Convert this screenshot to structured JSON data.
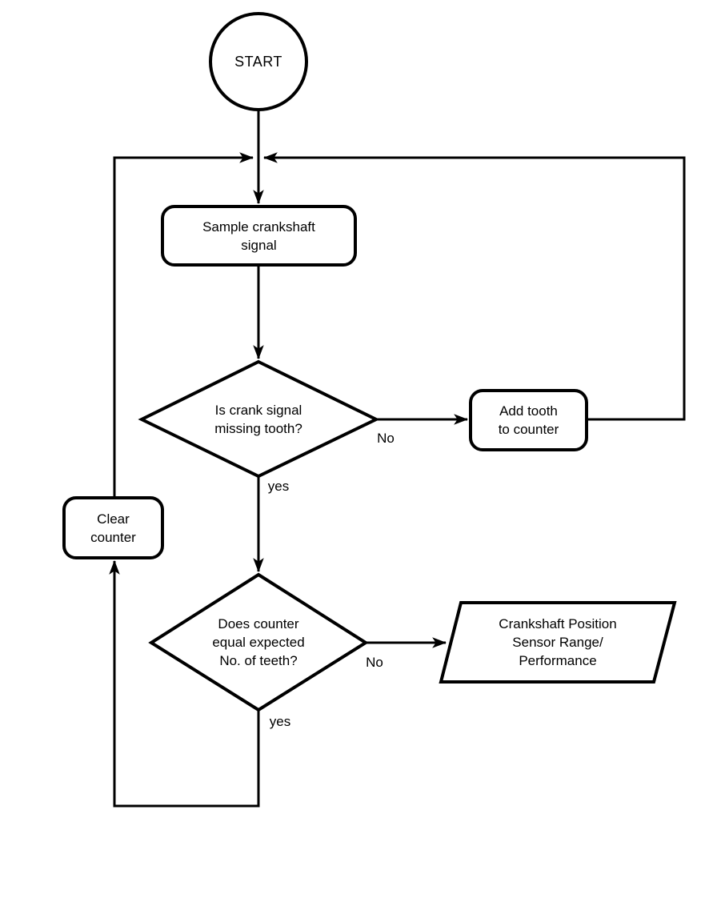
{
  "diagram": {
    "type": "flowchart",
    "colors": {
      "line": "#000000",
      "background": "#ffffff",
      "text": "#000000"
    },
    "nodes": {
      "start": {
        "shape": "circle",
        "label": "START"
      },
      "sample_signal": {
        "shape": "rounded-rect",
        "label": "Sample crankshaft\nsignal"
      },
      "decision_missing_tooth": {
        "shape": "diamond",
        "label": "Is crank signal\nmissing tooth?"
      },
      "add_tooth": {
        "shape": "rounded-rect",
        "label": "Add tooth\nto counter"
      },
      "clear_counter": {
        "shape": "rounded-rect",
        "label": "Clear\ncounter"
      },
      "decision_counter_equal": {
        "shape": "diamond",
        "label": "Does counter\nequal expected\nNo. of teeth?"
      },
      "dtc_output": {
        "shape": "parallelogram",
        "label": "Crankshaft Position\nSensor Range/\nPerformance"
      }
    },
    "edges": [
      {
        "from": "start",
        "to": "sample_signal",
        "label": ""
      },
      {
        "from": "sample_signal",
        "to": "decision_missing_tooth",
        "label": ""
      },
      {
        "from": "decision_missing_tooth",
        "to": "add_tooth",
        "label": "No"
      },
      {
        "from": "add_tooth",
        "to": "sample_signal",
        "label": ""
      },
      {
        "from": "decision_missing_tooth",
        "to": "decision_counter_equal",
        "label": "yes"
      },
      {
        "from": "decision_counter_equal",
        "to": "dtc_output",
        "label": "No"
      },
      {
        "from": "decision_counter_equal",
        "to": "clear_counter",
        "label": "yes"
      },
      {
        "from": "clear_counter",
        "to": "sample_signal",
        "label": ""
      }
    ]
  }
}
